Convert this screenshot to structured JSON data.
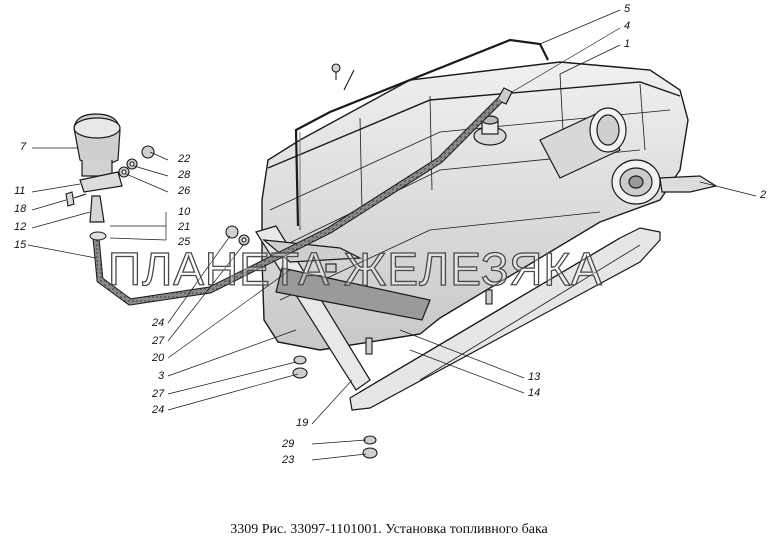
{
  "labels": {
    "l5": "5",
    "l4": "4",
    "l1": "1",
    "l2": "2",
    "l7": "7",
    "l11": "11",
    "l18": "18",
    "l12": "12",
    "l15": "15",
    "l22": "22",
    "l28": "28",
    "l26": "26",
    "l10": "10",
    "l21": "21",
    "l25": "25",
    "l24a": "24",
    "l27a": "27",
    "l20": "20",
    "l3": "3",
    "l27b": "27",
    "l24b": "24",
    "l19": "19",
    "l13": "13",
    "l14": "14",
    "l29": "29",
    "l23": "23"
  },
  "watermark": "ПЛАНЕТА ЖЕЛЕЗЯКА",
  "caption": "3309 Рис. 33097-1101001. Установка топливного бака",
  "colors": {
    "line": "#1a1a1a",
    "shade": "#bdbdbd",
    "hose": "#6a6a6a"
  }
}
